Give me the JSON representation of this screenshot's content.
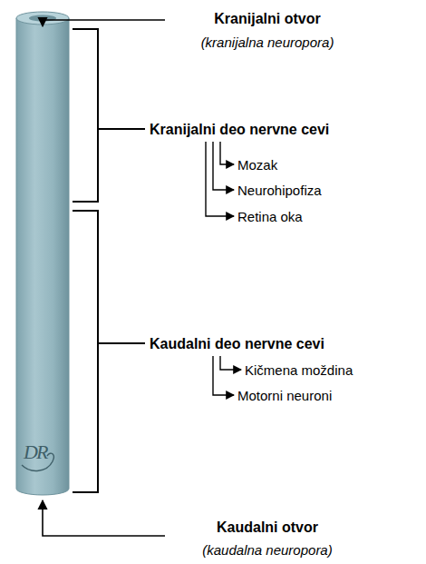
{
  "diagram": {
    "labels": [
      "Kranijalni otvor",
      "(kranijalna neuropora)",
      "Kranijalni deo nervne cevi",
      "Mozak",
      "Neurohipofiza",
      "Retina oka",
      "Kaudalni deo nervne cevi",
      "Kičmena moždina",
      "Motorni neuroni",
      "DR",
      "Kaudalni otvor",
      "(kaudalna neuropora)"
    ]
  }
}
